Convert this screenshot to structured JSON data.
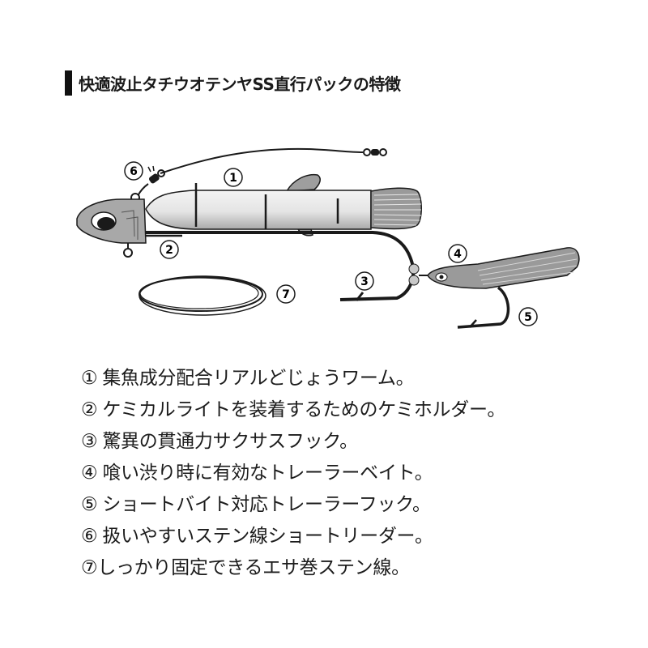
{
  "header": {
    "title": "快適波止タチウオテンヤSS直行パックの特徴"
  },
  "diagram": {
    "labels": [
      "①",
      "②",
      "③",
      "④",
      "⑤",
      "⑥",
      "⑦"
    ],
    "parts": [
      {
        "id": 1,
        "name": "worm"
      },
      {
        "id": 2,
        "name": "chemical-light-holder"
      },
      {
        "id": 3,
        "name": "main-hook"
      },
      {
        "id": 4,
        "name": "trailer-bait"
      },
      {
        "id": 5,
        "name": "trailer-hook"
      },
      {
        "id": 6,
        "name": "stainless-short-leader"
      },
      {
        "id": 7,
        "name": "bait-wrapping-stainless-wire"
      }
    ],
    "colors": {
      "ink": "#1a1a1a",
      "head_gray": "#a8a8a8",
      "worm_light": "#eeeeee",
      "worm_dark": "#bdbdbd",
      "tail_gray": "#9a9a9a",
      "bead_gray": "#c8c8c8"
    }
  },
  "features": [
    {
      "num": "①",
      "text": "集魚成分配合リアルどじょうワーム。"
    },
    {
      "num": "②",
      "text": "ケミカルライトを装着するためのケミホルダー。"
    },
    {
      "num": "③",
      "text": "驚異の貫通力サクサスフック。"
    },
    {
      "num": "④",
      "text": "喰い渋り時に有効なトレーラーベイト。"
    },
    {
      "num": "⑤",
      "text": "ショートバイト対応トレーラーフック。"
    },
    {
      "num": "⑥",
      "text": "扱いやすいステン線ショートリーダー。"
    },
    {
      "num": "⑦",
      "text": "しっかり固定できるエサ巻ステン線。"
    }
  ]
}
